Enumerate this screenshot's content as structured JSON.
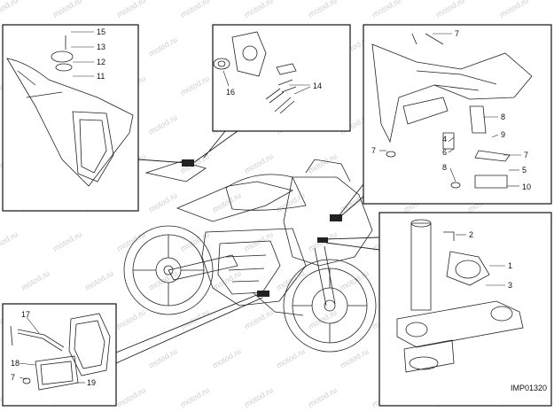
{
  "diagram": {
    "reference_code": "IMP01320",
    "watermark": "motod.ru",
    "panels": [
      {
        "id": "tail-unit",
        "callouts": [
          "15",
          "13",
          "12",
          "11"
        ]
      },
      {
        "id": "ignition-switch",
        "callouts": [
          "16",
          "14"
        ]
      },
      {
        "id": "front-fairing-bracket",
        "callouts": [
          "7",
          "8",
          "9",
          "7",
          "4",
          "6",
          "8",
          "5",
          "10",
          "7"
        ]
      },
      {
        "id": "steering-horn",
        "callouts": [
          "2",
          "1",
          "3"
        ]
      },
      {
        "id": "lower-control-unit",
        "callouts": [
          "17",
          "18",
          "7",
          "19"
        ]
      }
    ]
  }
}
